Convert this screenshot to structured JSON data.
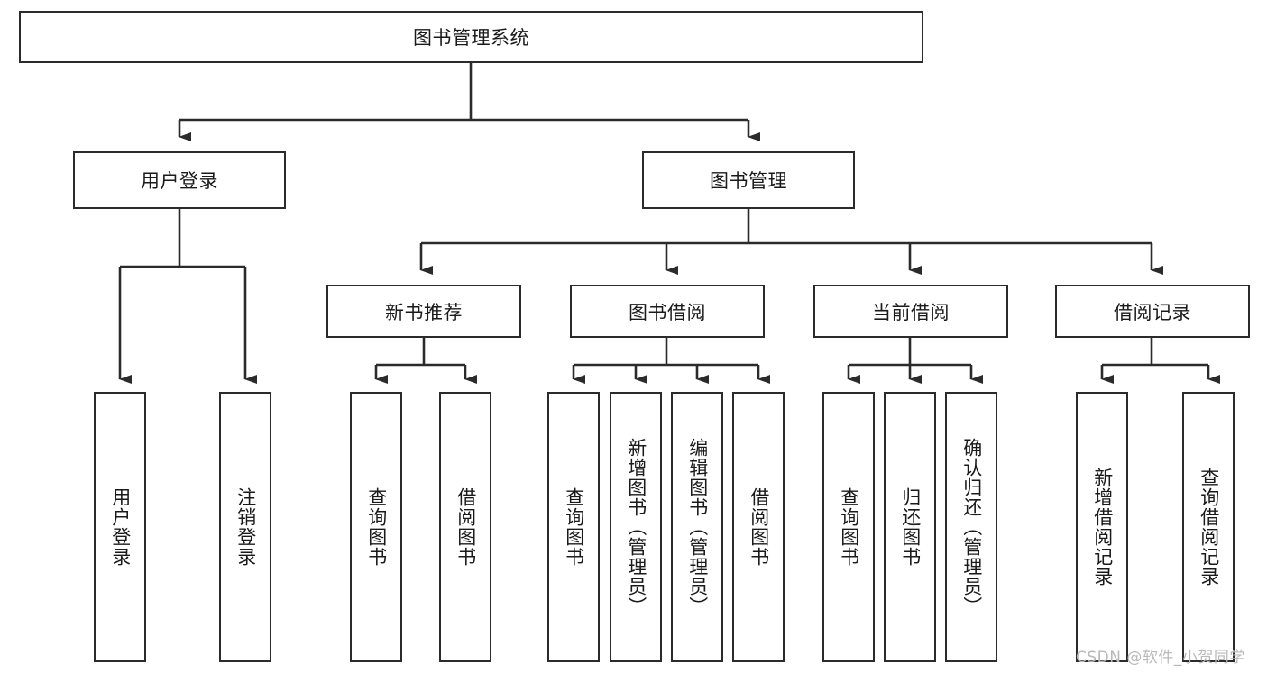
{
  "diagram": {
    "title": "图书管理系统",
    "type": "tree-hierarchy-diagram",
    "colors": {
      "box_border": "#2b2b2b",
      "connector": "#2b2b2b",
      "background": "#ffffff",
      "watermark": "#b9b9b9"
    },
    "root": {
      "label": "图书管理系统"
    },
    "level2": [
      {
        "label": "用户登录"
      },
      {
        "label": "图书管理"
      }
    ],
    "level3": [
      {
        "label": "新书推荐"
      },
      {
        "label": "图书借阅"
      },
      {
        "label": "当前借阅"
      },
      {
        "label": "借阅记录"
      }
    ],
    "leaves": {
      "user_login": [
        {
          "label": "用户登录"
        },
        {
          "label": "注销登录"
        }
      ],
      "new_book_recommend": [
        {
          "label": "查询图书"
        },
        {
          "label": "借阅图书"
        }
      ],
      "book_borrow": [
        {
          "label": "查询图书"
        },
        {
          "label": "新增图书（管理员）"
        },
        {
          "label": "编辑图书（管理员）"
        },
        {
          "label": "借阅图书"
        }
      ],
      "current_borrow": [
        {
          "label": "查询图书"
        },
        {
          "label": "归还图书"
        },
        {
          "label": "确认归还（管理员）"
        }
      ],
      "borrow_record": [
        {
          "label": "新增借阅记录"
        },
        {
          "label": "查询借阅记录"
        }
      ]
    }
  },
  "watermark": {
    "text": "CSDN @软件_小贺同学"
  }
}
